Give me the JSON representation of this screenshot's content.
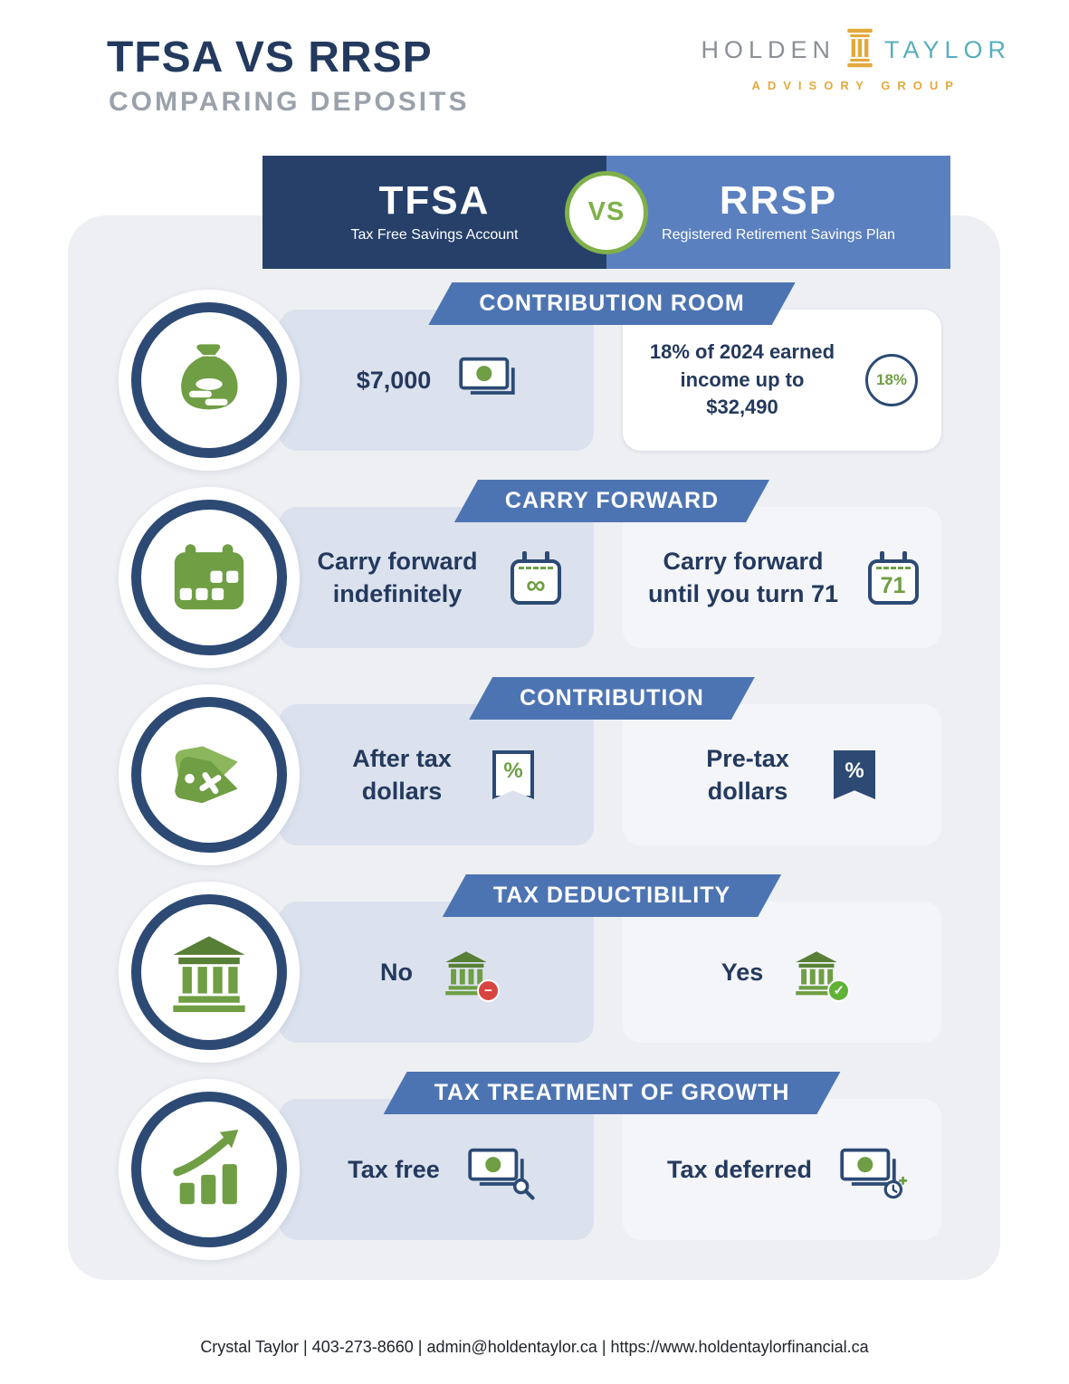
{
  "header": {
    "title": "TFSA VS RRSP",
    "subtitle": "COMPARING DEPOSITS"
  },
  "logo": {
    "word1": "HOLDEN",
    "word2": "TAYLOR",
    "tagline": "ADVISORY GROUP",
    "pillar_icon": "pillar-icon",
    "gold": "#e2a93d",
    "teal": "#57aebd"
  },
  "versus": {
    "vs_label": "VS",
    "left": {
      "name": "TFSA",
      "full": "Tax Free Savings Account"
    },
    "right": {
      "name": "RRSP",
      "full": "Registered Retirement Savings Plan"
    }
  },
  "rows": [
    {
      "header": "CONTRIBUTION ROOM",
      "row_icon": "money-bag-icon",
      "tfsa": {
        "text": "$7,000",
        "icon": "banknote-icon"
      },
      "rrsp": {
        "text": "18% of 2024 earned income up to $32,490",
        "icon": "18-percent-badge-icon",
        "badge": "18%"
      }
    },
    {
      "header": "CARRY FORWARD",
      "row_icon": "calendar-icon",
      "tfsa": {
        "text": "Carry forward indefinitely",
        "icon": "calendar-infinity-icon",
        "badge": "∞"
      },
      "rrsp": {
        "text": "Carry forward until you turn 71",
        "icon": "calendar-71-icon",
        "badge": "71"
      }
    },
    {
      "header": "CONTRIBUTION",
      "row_icon": "price-tag-icon",
      "tfsa": {
        "text": "After tax dollars",
        "icon": "receipt-percent-icon",
        "badge": "%"
      },
      "rrsp": {
        "text": "Pre-tax dollars",
        "icon": "receipt-percent-icon",
        "badge": "%"
      }
    },
    {
      "header": "TAX DEDUCTIBILITY",
      "row_icon": "bank-icon",
      "tfsa": {
        "text": "No",
        "icon": "bank-minus-icon",
        "badge": "−"
      },
      "rrsp": {
        "text": "Yes",
        "icon": "bank-check-icon",
        "badge": "✓"
      }
    },
    {
      "header": "TAX TREATMENT OF GROWTH",
      "row_icon": "growth-chart-icon",
      "tfsa": {
        "text": "Tax free",
        "icon": "money-magnifier-icon"
      },
      "rrsp": {
        "text": "Tax deferred",
        "icon": "money-clock-icon"
      }
    }
  ],
  "colors": {
    "navy": "#26406a",
    "blue": "#5b80bf",
    "banner_blue": "#4d74b2",
    "green": "#6f9e44",
    "tfsa_panel": "#dbe2ee",
    "rrsp_panel": "#f3f5f9",
    "board": "#edeff3"
  },
  "footer": {
    "contact": "Crystal Taylor | 403-273-8660 | admin@holdentaylor.ca | https://www.holdentaylorfinancial.ca"
  }
}
